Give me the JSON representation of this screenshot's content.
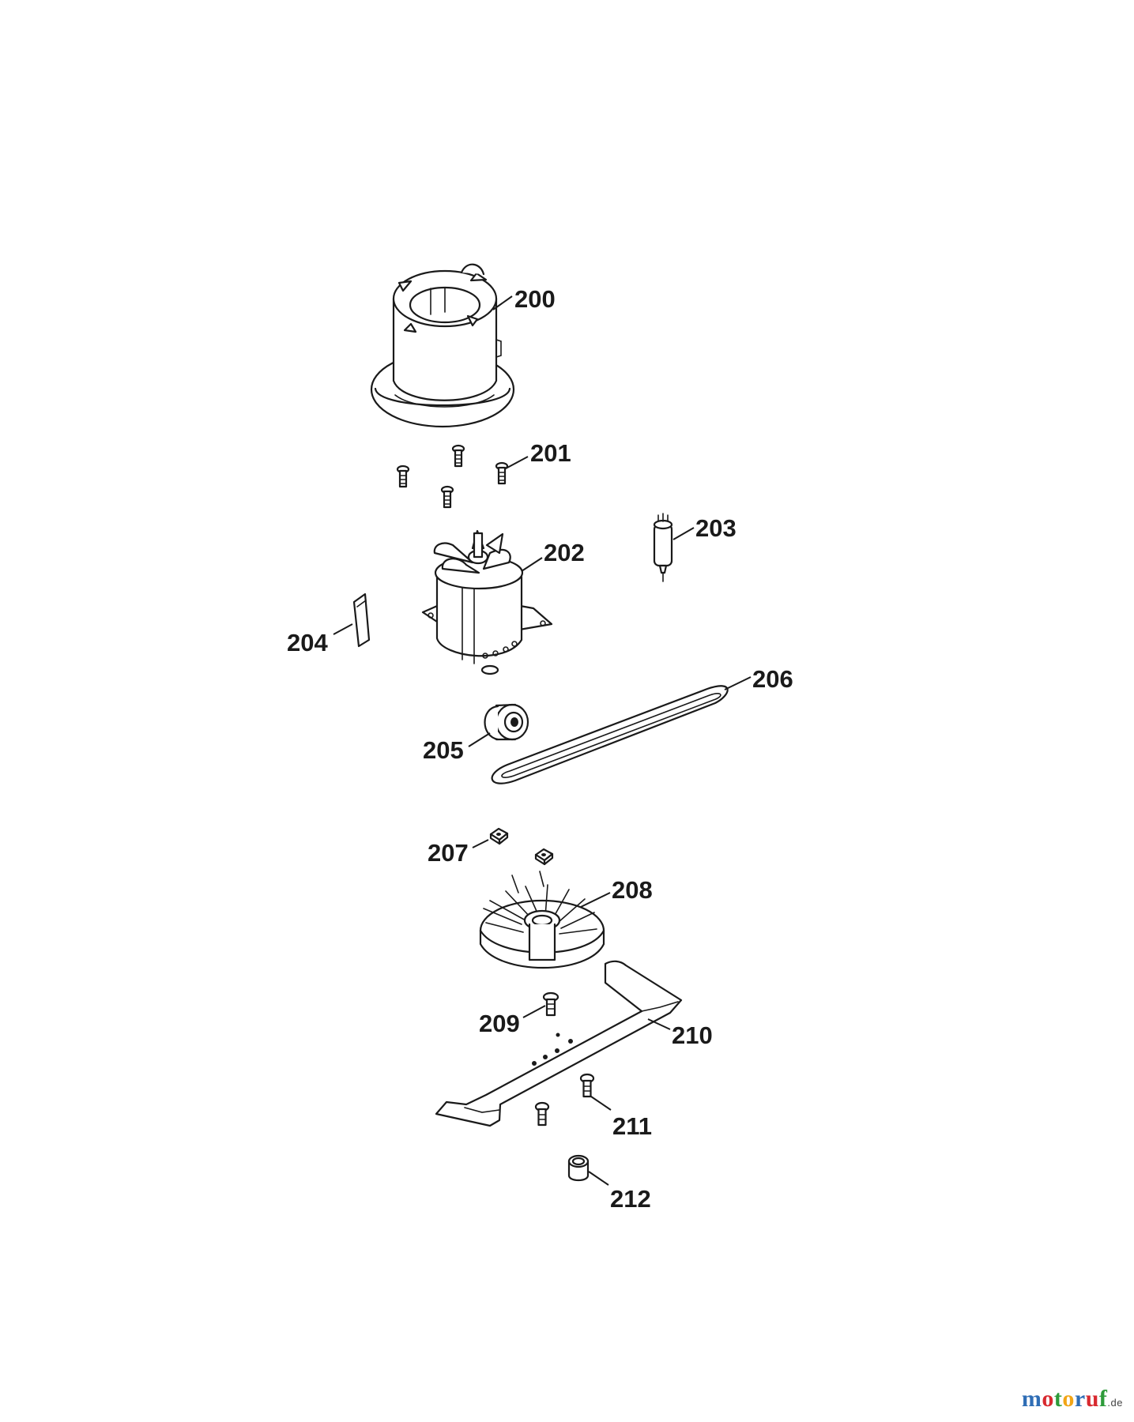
{
  "parts": [
    {
      "id": "200",
      "label": "200",
      "name": "motor housing cover"
    },
    {
      "id": "201",
      "label": "201",
      "name": "screw"
    },
    {
      "id": "202",
      "label": "202",
      "name": "motor"
    },
    {
      "id": "203",
      "label": "203",
      "name": "capacitor"
    },
    {
      "id": "204",
      "label": "204",
      "name": "plate"
    },
    {
      "id": "205",
      "label": "205",
      "name": "bearing"
    },
    {
      "id": "206",
      "label": "206",
      "name": "belt"
    },
    {
      "id": "207",
      "label": "207",
      "name": "nut"
    },
    {
      "id": "208",
      "label": "208",
      "name": "fan"
    },
    {
      "id": "209",
      "label": "209",
      "name": "screw"
    },
    {
      "id": "210",
      "label": "210",
      "name": "blade"
    },
    {
      "id": "211",
      "label": "211",
      "name": "screw"
    },
    {
      "id": "212",
      "label": "212",
      "name": "bushing"
    }
  ],
  "watermark": {
    "letters": [
      {
        "ch": "m",
        "color": "#2f6db5"
      },
      {
        "ch": "o",
        "color": "#d8292f"
      },
      {
        "ch": "t",
        "color": "#2e9b3a"
      },
      {
        "ch": "o",
        "color": "#f2a516"
      },
      {
        "ch": "r",
        "color": "#2f6db5"
      },
      {
        "ch": "u",
        "color": "#d8292f"
      },
      {
        "ch": "f",
        "color": "#2e9b3a"
      }
    ],
    "tld": ".de"
  }
}
